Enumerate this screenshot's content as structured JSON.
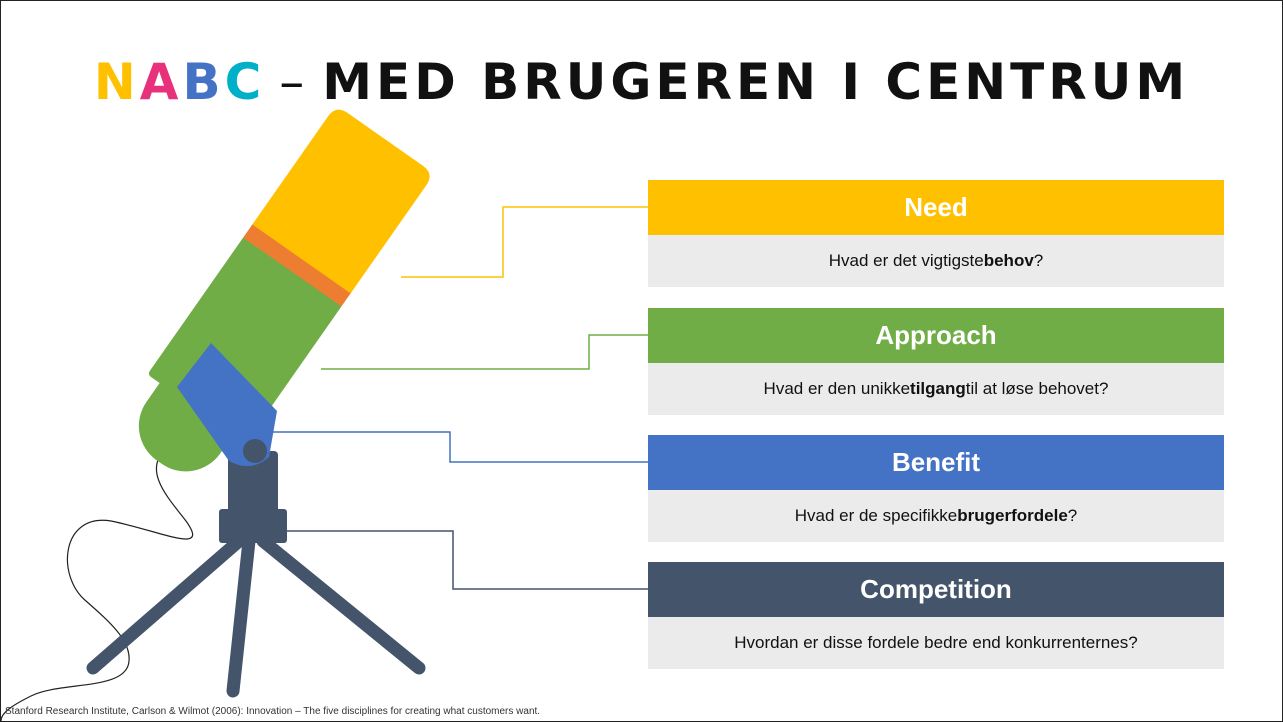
{
  "title": {
    "letters": [
      "N",
      "A",
      "B",
      "C"
    ],
    "letter_colors": [
      "#FFC000",
      "#E8317B",
      "#4472C4",
      "#00B0C8"
    ],
    "dash": "–",
    "rest": "MED BRUGEREN I CENTRUM"
  },
  "cards": [
    {
      "heading": "Need",
      "color": "#FFC000",
      "pre": "Hvad er det vigtigste ",
      "bold": "behov",
      "post": "?"
    },
    {
      "heading": "Approach",
      "color": "#70AD47",
      "pre": "Hvad er den unikke ",
      "bold": "tilgang",
      "post": " til at løse behovet?"
    },
    {
      "heading": "Benefit",
      "color": "#4472C4",
      "pre": "Hvad er de specifikke ",
      "bold": "brugerfordele",
      "post": "?"
    },
    {
      "heading": "Competition",
      "color": "#44546A",
      "pre": "Hvordan er disse fordele bedre end konkurrenternes?",
      "bold": "",
      "post": ""
    }
  ],
  "footer": "Stanford Research Institute, Carlson & Wilmot (2006): Innovation – The five disciplines for creating what customers want.",
  "colors": {
    "orange_band": "#ED7D31",
    "stand": "#44546A"
  }
}
